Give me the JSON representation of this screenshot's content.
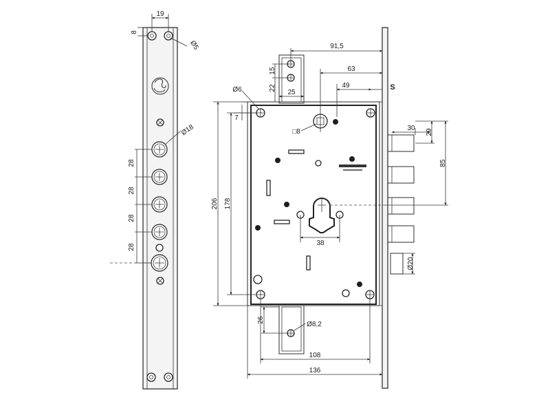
{
  "strip": {
    "width_dim": "19",
    "top_offset_dim": "8",
    "hole_dim": "Ø5",
    "bolt_dim": "Ø18",
    "pitch_dims": [
      "28",
      "28",
      "28",
      "28"
    ]
  },
  "lockcase": {
    "d_91_5": "91,5",
    "d_63": "63",
    "d_49": "49",
    "d_s": "S",
    "d_15": "15",
    "d_22": "22",
    "d_25": "25",
    "d_o6": "Ø6",
    "d_7": "7",
    "d_sq8": "□8",
    "d_206": "206",
    "d_178": "178",
    "d_30": "30",
    "d_29": "29",
    "d_85": "85",
    "d_38": "38",
    "d_o20": "Ø20",
    "d_26": "26",
    "d_o8_2": "Ø8,2",
    "d_108": "108",
    "d_136": "136"
  }
}
